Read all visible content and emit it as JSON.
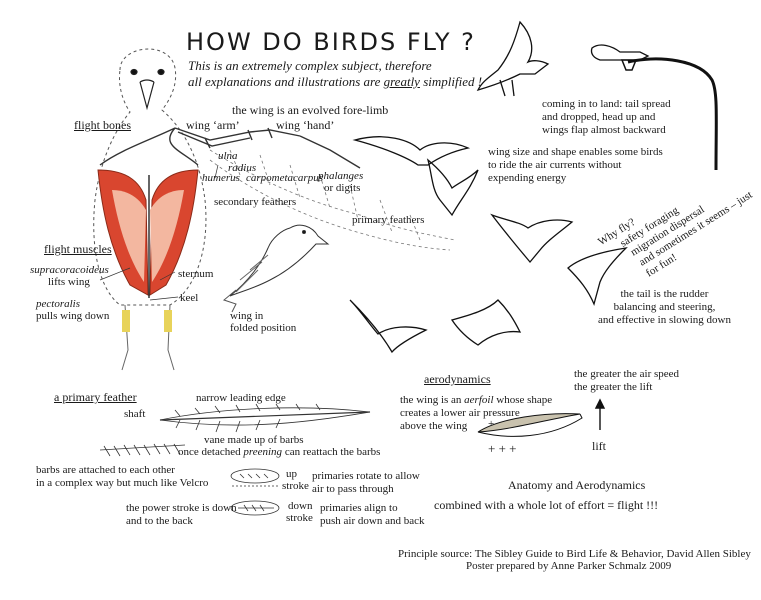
{
  "title": "HOW DO BIRDS FLY ?",
  "subtitle_line1": "This is an extremely complex subject, therefore",
  "subtitle_line2_a": "all explanations and illustrations are ",
  "subtitle_line2_em": "greatly",
  "subtitle_line2_b": " simplified !",
  "skeleton": {
    "flight_bones": "flight bones",
    "evolved": "the wing is an evolved fore-limb",
    "wing_arm": "wing ‘arm’",
    "wing_hand": "wing ‘hand’",
    "ulna": "ulna",
    "radius": "radius",
    "humerus": "humerus",
    "carpometacarpus": "carpometacarpus",
    "phalanges_1": "phalanges",
    "phalanges_2": "or digits",
    "secondary": "secondary feathers",
    "primary": "primary feathers",
    "flight_muscles": "flight muscles",
    "supra": "supracoracoideus",
    "lifts": "lifts wing",
    "sternum": "sternum",
    "pectoralis": "pectoralis",
    "pulls": "pulls wing down",
    "keel": "keel",
    "folded_1": "wing in",
    "folded_2": "folded position"
  },
  "birds": {
    "landing_1": "coming in to land: tail spread",
    "landing_2": "and dropped, head up and",
    "landing_3": "wings flap almost backward",
    "shape_1": "wing size and shape enables some birds",
    "shape_2": "to ride the air currents without",
    "shape_3": "expending energy",
    "why_1": "Why fly?",
    "why_2": "safety  foraging",
    "why_3": "migration  dispersal",
    "why_4": "and sometimes it seems – just for fun!",
    "tail_1": "the tail is the rudder",
    "tail_2": "balancing and steering,",
    "tail_3": "and effective in slowing down"
  },
  "feather": {
    "heading": "a primary feather",
    "leading": "narrow leading edge",
    "shaft": "shaft",
    "vane": "vane made up of barbs",
    "detached_a": "once detached ",
    "detached_em": "preening",
    "detached_b": " can reattach the barbs",
    "barbs_1": "barbs are attached to each other",
    "barbs_2": "in a complex way but much like Velcro",
    "up": "up",
    "stroke": "stroke",
    "rotate_1": "primaries rotate to allow",
    "rotate_2": "air to pass through",
    "power_1": "the power stroke is down",
    "power_2": "and to the back",
    "down": "down",
    "down_stroke": "stroke",
    "align_1": "primaries align to",
    "align_2": "push air down and back"
  },
  "aero": {
    "heading": "aerodynamics",
    "speed_1": "the greater the air speed",
    "speed_2": "the greater the lift",
    "aerofoil_a": "the wing is an ",
    "aerofoil_em": "aerfoil",
    "aerofoil_b": " whose shape",
    "aerofoil_2": "creates a lower air pressure",
    "aerofoil_3": "above the wing",
    "minus": "−",
    "plus_top": "+",
    "plus_bottom": "+ + +",
    "lift": "lift",
    "anat": "Anatomy and Aerodynamics",
    "combined": "combined with a whole lot of effort = flight !!!"
  },
  "credits": {
    "source": "Principle source:  The Sibley Guide to Bird Life & Behavior,  David Allen Sibley",
    "poster": "Poster prepared by Anne Parker Schmalz  2009"
  },
  "colors": {
    "muscle_red": "#d9462f",
    "muscle_pink": "#f3b7a0",
    "leg_yellow": "#e8d35a",
    "aerofoil_fill": "#c9c2ae"
  }
}
